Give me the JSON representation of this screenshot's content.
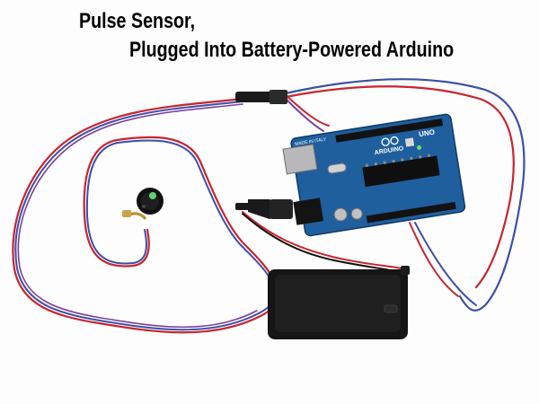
{
  "caption": {
    "line1": "Pulse Sensor,",
    "line2": "Plugged Into Battery-Powered Arduino"
  },
  "board": {
    "brand_print": "ARDUINO",
    "model_print": "UNO",
    "made_print": "MADE IN ITALY"
  },
  "colors": {
    "background": "#fdfdfd",
    "wire_red": "#c8242f",
    "wire_blue": "#3a4fa8",
    "wire_purple": "#7b3fa0",
    "board_blue": "#1f5f9e",
    "battery_black": "#151515"
  }
}
